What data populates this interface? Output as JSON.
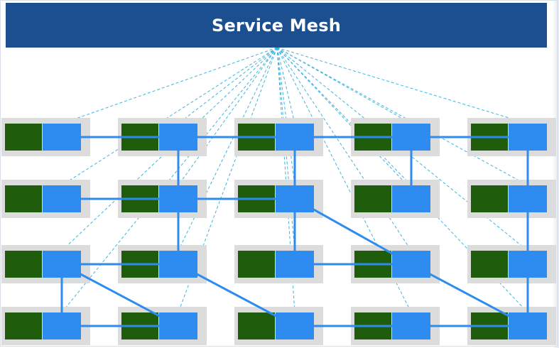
{
  "header": {
    "title": "Service Mesh"
  },
  "colors": {
    "header_bg": "#1b4f8f",
    "header_text": "#ffffff",
    "pod_bg": "#dcdcdc",
    "service_box": "#1f5d0c",
    "sidecar_box": "#2e8cf0",
    "mesh_line": "#3eb4e0",
    "connection_line": "#2e8cf0"
  },
  "diagram": {
    "rows": 4,
    "columns": 5,
    "nodes": [
      {
        "row": 1,
        "col": 1
      },
      {
        "row": 1,
        "col": 2
      },
      {
        "row": 1,
        "col": 3
      },
      {
        "row": 1,
        "col": 4
      },
      {
        "row": 1,
        "col": 5
      },
      {
        "row": 2,
        "col": 1
      },
      {
        "row": 2,
        "col": 2
      },
      {
        "row": 2,
        "col": 3
      },
      {
        "row": 2,
        "col": 4
      },
      {
        "row": 2,
        "col": 5
      },
      {
        "row": 3,
        "col": 1
      },
      {
        "row": 3,
        "col": 2
      },
      {
        "row": 3,
        "col": 3
      },
      {
        "row": 3,
        "col": 4
      },
      {
        "row": 3,
        "col": 5
      },
      {
        "row": 4,
        "col": 1
      },
      {
        "row": 4,
        "col": 2
      },
      {
        "row": 4,
        "col": 3
      },
      {
        "row": 4,
        "col": 4
      },
      {
        "row": 4,
        "col": 5
      }
    ],
    "connections": [
      {
        "from": [
          1,
          1
        ],
        "to": [
          1,
          2
        ]
      },
      {
        "from": [
          1,
          2
        ],
        "to": [
          1,
          3
        ]
      },
      {
        "from": [
          1,
          3
        ],
        "to": [
          1,
          4
        ]
      },
      {
        "from": [
          1,
          4
        ],
        "to": [
          1,
          5
        ]
      },
      {
        "from": [
          1,
          2
        ],
        "to": [
          2,
          2
        ]
      },
      {
        "from": [
          1,
          3
        ],
        "to": [
          2,
          3
        ]
      },
      {
        "from": [
          1,
          4
        ],
        "to": [
          2,
          4
        ]
      },
      {
        "from": [
          1,
          5
        ],
        "to": [
          2,
          5
        ]
      },
      {
        "from": [
          2,
          1
        ],
        "to": [
          2,
          2
        ]
      },
      {
        "from": [
          2,
          2
        ],
        "to": [
          2,
          3
        ]
      },
      {
        "from": [
          2,
          2
        ],
        "to": [
          3,
          2
        ]
      },
      {
        "from": [
          2,
          3
        ],
        "to": [
          3,
          3
        ]
      },
      {
        "from": [
          2,
          3
        ],
        "to": [
          3,
          4
        ]
      },
      {
        "from": [
          2,
          5
        ],
        "to": [
          3,
          5
        ]
      },
      {
        "from": [
          3,
          1
        ],
        "to": [
          3,
          2
        ]
      },
      {
        "from": [
          3,
          3
        ],
        "to": [
          3,
          4
        ]
      },
      {
        "from": [
          3,
          1
        ],
        "to": [
          4,
          1
        ]
      },
      {
        "from": [
          3,
          1
        ],
        "to": [
          4,
          2
        ]
      },
      {
        "from": [
          3,
          2
        ],
        "to": [
          4,
          3
        ]
      },
      {
        "from": [
          3,
          4
        ],
        "to": [
          4,
          5
        ]
      },
      {
        "from": [
          3,
          5
        ],
        "to": [
          4,
          5
        ]
      },
      {
        "from": [
          4,
          1
        ],
        "to": [
          4,
          2
        ]
      },
      {
        "from": [
          4,
          3
        ],
        "to": [
          4,
          4
        ]
      },
      {
        "from": [
          4,
          4
        ],
        "to": [
          4,
          5
        ]
      }
    ]
  }
}
